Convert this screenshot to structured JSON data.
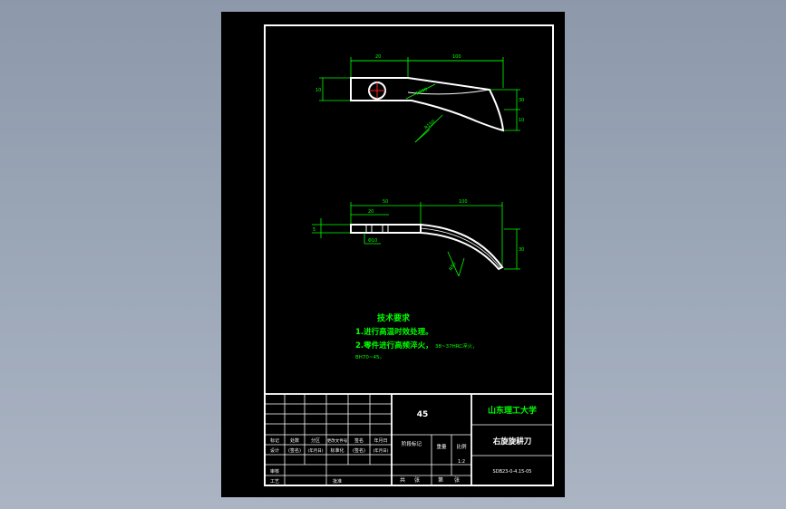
{
  "colors": {
    "background": "#9aa5b6",
    "sheet": "#000000",
    "line": "#ffffff",
    "dimension": "#00ff00",
    "note_text": "#00ff00",
    "title_text": "#00ff00",
    "center_mark": "#ff2020"
  },
  "view_top": {
    "dim_left_length": "20",
    "dim_total_length": "100",
    "dim_height_left": "10",
    "dim_right_a": "30",
    "dim_right_b": "10",
    "dim_radius": "R200",
    "dim_radius_2": "R150"
  },
  "view_bottom": {
    "dim_overall_left": "50",
    "dim_left": "20",
    "dim_total": "100",
    "dim_thickness": "5",
    "dim_hole": "Φ10",
    "dim_right_height": "30",
    "dim_radius": "R80"
  },
  "notes": {
    "heading": "技术要求",
    "line1": "1.进行高温时效处理。",
    "line2": "2.零件进行高频淬火，",
    "line2_detail": "38~37HRC淬火，",
    "line3": "BH70~45。"
  },
  "title_block": {
    "material": "45",
    "school": "山东理工大学",
    "part_name": "右旋旋耕刀",
    "drawing_no": "SDB23-0-4.15-05",
    "scale": "1:2",
    "header_stage": "阶段标记",
    "header_weight": "重量",
    "header_scale": "比例",
    "sheets_total": "共",
    "sheet_label": "张",
    "sheets_no": "第",
    "sheet_label_2": "张",
    "rows": [
      [
        "标记",
        "处数",
        "分区",
        "更改文件号",
        "签名",
        "年月日"
      ],
      [
        "设计",
        "(签名)",
        "(年月日)",
        "标准化",
        "(签名)",
        "(年月日)"
      ],
      [
        "审核",
        "",
        "",
        "",
        "",
        ""
      ],
      [
        "工艺",
        "",
        "批准",
        "",
        "",
        ""
      ]
    ]
  }
}
